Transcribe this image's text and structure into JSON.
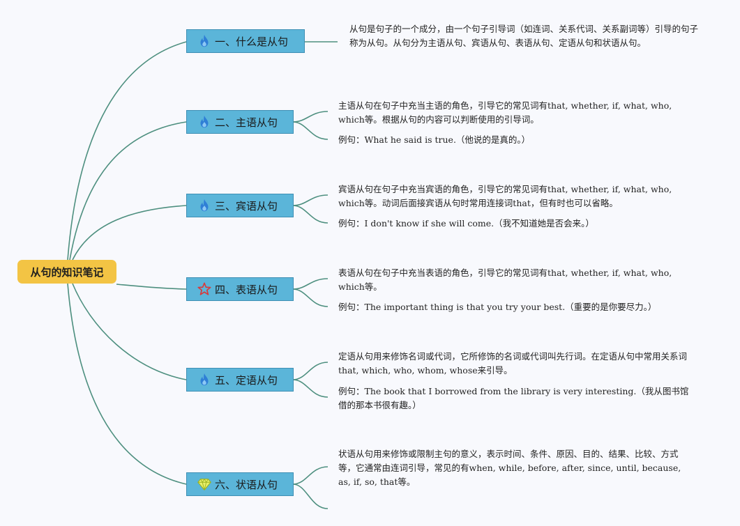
{
  "root": {
    "label": "从句的知识笔记"
  },
  "colors": {
    "root": "#f3c444",
    "topic": "#5bb5d9",
    "line": "#4d8f7f"
  },
  "topics": [
    {
      "label": "一、什么是从句",
      "icon": "flame-icon",
      "notes": [
        "从句是句子的一个成分，由一个句子引导词（如连词、关系代词、关系副词等）引导的句子称为从句。从句分为主语从句、宾语从句、表语从句、定语从句和状语从句。"
      ]
    },
    {
      "label": "二、主语从句",
      "icon": "flame-icon",
      "notes": [
        "主语从句在句子中充当主语的角色，引导它的常见词有that, whether, if, what, who, which等。根据从句的内容可以判断使用的引导词。",
        "例句：What he said is true.（他说的是真的。）"
      ]
    },
    {
      "label": "三、宾语从句",
      "icon": "flame-icon",
      "notes": [
        "宾语从句在句子中充当宾语的角色，引导它的常见词有that, whether, if, what, who, which等。动词后面接宾语从句时常用连接词that，但有时也可以省略。",
        "例句：I don't know if she will come.（我不知道她是否会来。）"
      ]
    },
    {
      "label": "四、表语从句",
      "icon": "star-icon",
      "notes": [
        "表语从句在句子中充当表语的角色，引导它的常见词有that, whether, if, what, who, which等。",
        "例句：The important thing is that you try your best.（重要的是你要尽力。）"
      ]
    },
    {
      "label": "五、定语从句",
      "icon": "flame-icon",
      "notes": [
        "定语从句用来修饰名词或代词，它所修饰的名词或代词叫先行词。在定语从句中常用关系词that, which, who, whom, whose来引导。",
        "例句：The book that I borrowed from the library is very interesting.（我从图书馆借的那本书很有趣。）"
      ]
    },
    {
      "label": "六、状语从句",
      "icon": "gem-icon",
      "notes": [
        "状语从句用来修饰或限制主句的意义，表示时间、条件、原因、目的、结果、比较、方式等，它通常由连词引导，常见的有when, while, before, after, since, until, because, as, if, so, that等。",
        ""
      ]
    }
  ]
}
